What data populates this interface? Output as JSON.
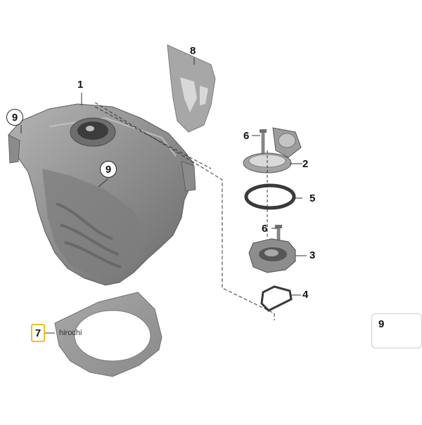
{
  "callouts": {
    "tank": "1",
    "cap_assembly": "2",
    "filler_flange": "3",
    "gasket": "4",
    "seal_ring": "5",
    "screw_upper": "6",
    "screw_lower": "6",
    "heat_shield": "7",
    "tank_pad": "8",
    "cap_left": "9",
    "cap_center": "9",
    "cap_detail": "9"
  },
  "watermark": "hirochi",
  "colors": {
    "part_gray": "#9a9a9a",
    "part_dark": "#6d6d6d",
    "highlight": "#f2c21b"
  }
}
